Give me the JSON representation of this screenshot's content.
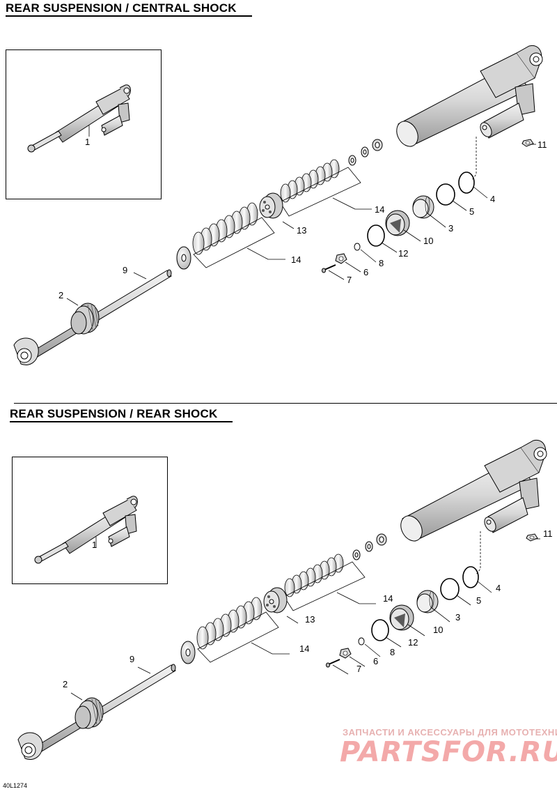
{
  "diagrams": [
    {
      "title": "REAR SUSPENSION / CENTRAL SHOCK",
      "inset_callout": "1",
      "callouts": {
        "c2": "2",
        "c3": "3",
        "c4": "4",
        "c5": "5",
        "c6": "6",
        "c7": "7",
        "c8": "8",
        "c9": "9",
        "c10": "10",
        "c11": "11",
        "c12": "12",
        "c13": "13",
        "c14a": "14",
        "c14b": "14"
      }
    },
    {
      "title": "REAR SUSPENSION / REAR SHOCK",
      "inset_callout": "1",
      "callouts": {
        "c2": "2",
        "c3": "3",
        "c4": "4",
        "c5": "5",
        "c6": "6",
        "c7": "7",
        "c8": "8",
        "c9": "9",
        "c10": "10",
        "c11": "11",
        "c12": "12",
        "c13": "13",
        "c14a": "14",
        "c14b": "14"
      }
    }
  ],
  "doc_number": "40L1274",
  "watermark": {
    "line1": "ЗАПЧАСТИ И АКСЕССУАРЫ ДЛЯ МОТОТЕХНИКИ",
    "line2": "PARTSFOR.RU"
  }
}
